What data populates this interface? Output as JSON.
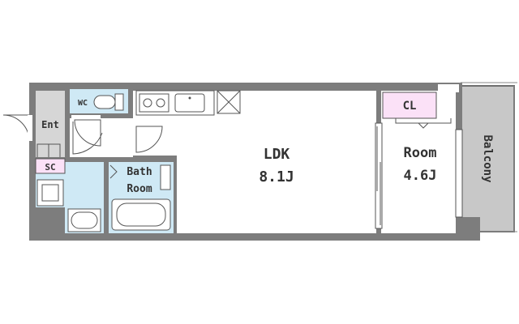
{
  "rooms": {
    "entrance": "Ent",
    "wc": "WC",
    "shoe_closet": "SC",
    "bath_line1": "Bath",
    "bath_line2": "Room",
    "ldk_name": "LDK",
    "ldk_size": "8.1J",
    "room_name": "Room",
    "room_size": "4.6J",
    "closet": "CL",
    "balcony": "Balcony"
  },
  "colors": {
    "wall": "#7d7d7d",
    "wet_area": "#cfe9f5",
    "storage": "#fbe1f7",
    "balcony": "#c8c8c8",
    "entry": "#d6d6d6",
    "line": "#555555"
  }
}
